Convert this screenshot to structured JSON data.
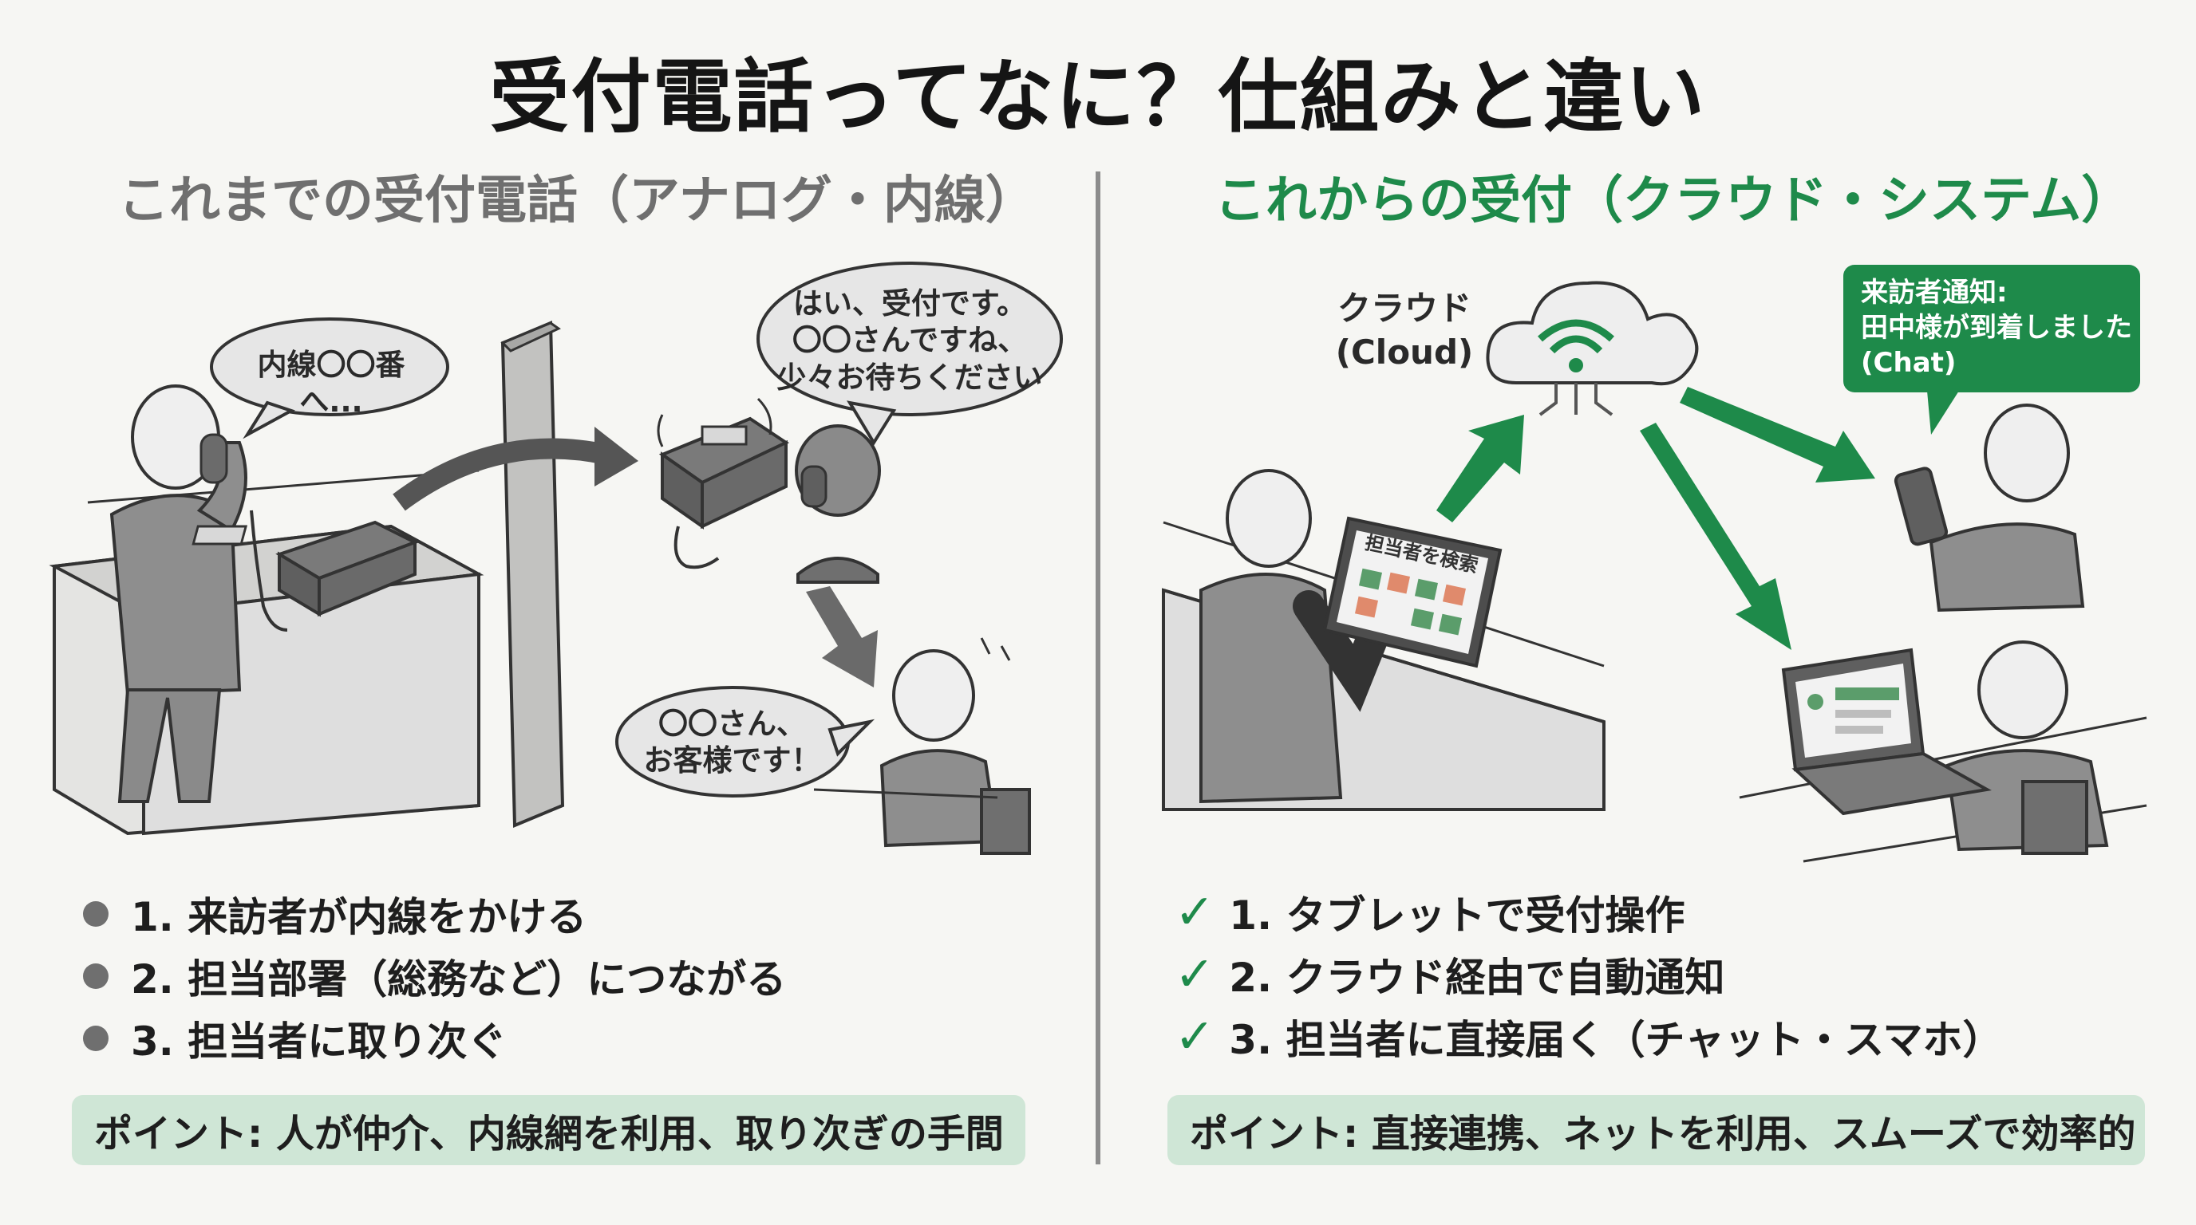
{
  "title": "受付電話ってなに？仕組みと違い",
  "left": {
    "heading": "これまでの受付電話（アナログ・内線）",
    "bubble_visitor": "内線〇〇番へ...",
    "bubble_receptionist": [
      "はい、受付です。",
      "〇〇さんですね、",
      "少々お待ちください"
    ],
    "bubble_staff": [
      "〇〇さん、",
      "お客様です！"
    ],
    "steps": [
      "1. 来訪者が内線をかける",
      "2. 担当部署（総務など）につながる",
      "3. 担当者に取り次ぐ"
    ],
    "point": "ポイント: 人が仲介、内線網を利用、取り次ぎの手間"
  },
  "right": {
    "heading": "これからの受付（クラウド・システム）",
    "cloud_label": [
      "クラウド",
      "(Cloud)"
    ],
    "chat_bubble": [
      "来訪者通知:",
      "田中様が到着しました",
      "(Chat)"
    ],
    "tablet_label": "担当者を検索",
    "steps": [
      "1. タブレットで受付操作",
      "2. クラウド経由で自動通知",
      "3. 担当者に直接届く（チャット・スマホ）"
    ],
    "point": "ポイント: 直接連携、ネットを利用、スムーズで効率的"
  },
  "colors": {
    "accent_green": "#1e8a4a",
    "point_bg": "#cfe6d6",
    "gray": "#6f6f6f"
  },
  "icons": {
    "bullet": "gray-dot-icon",
    "check": "green-check-icon"
  }
}
